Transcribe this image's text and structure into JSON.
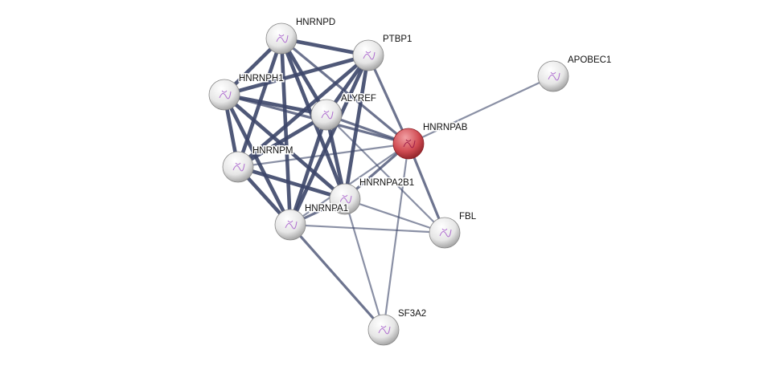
{
  "nodes": [
    {
      "id": "HNRNPD",
      "label": "HNRNPD",
      "highlight": false
    },
    {
      "id": "PTBP1",
      "label": "PTBP1",
      "highlight": false
    },
    {
      "id": "APOBEC1",
      "label": "APOBEC1",
      "highlight": false
    },
    {
      "id": "HNRNPH1",
      "label": "HNRNPH1",
      "highlight": false
    },
    {
      "id": "ALYREF",
      "label": "ALYREF",
      "highlight": false
    },
    {
      "id": "HNRNPAB",
      "label": "HNRNPAB",
      "highlight": true
    },
    {
      "id": "HNRNPM",
      "label": "HNRNPM",
      "highlight": false
    },
    {
      "id": "HNRNPA2B1",
      "label": "HNRNPA2B1",
      "highlight": false
    },
    {
      "id": "HNRNPA1",
      "label": "HNRNPA1",
      "highlight": false
    },
    {
      "id": "FBL",
      "label": "FBL",
      "highlight": false
    },
    {
      "id": "SF3A2",
      "label": "SF3A2",
      "highlight": false
    }
  ],
  "edges": [
    [
      "HNRNPD",
      "PTBP1",
      3
    ],
    [
      "HNRNPD",
      "HNRNPH1",
      3
    ],
    [
      "HNRNPD",
      "ALYREF",
      3
    ],
    [
      "HNRNPD",
      "HNRNPAB",
      2
    ],
    [
      "HNRNPD",
      "HNRNPM",
      3
    ],
    [
      "HNRNPD",
      "HNRNPA1",
      3
    ],
    [
      "HNRNPD",
      "HNRNPA2B1",
      3
    ],
    [
      "PTBP1",
      "HNRNPH1",
      3
    ],
    [
      "PTBP1",
      "ALYREF",
      3
    ],
    [
      "PTBP1",
      "HNRNPAB",
      2
    ],
    [
      "PTBP1",
      "HNRNPM",
      3
    ],
    [
      "PTBP1",
      "HNRNPA1",
      3
    ],
    [
      "PTBP1",
      "HNRNPA2B1",
      3
    ],
    [
      "HNRNPH1",
      "ALYREF",
      3
    ],
    [
      "HNRNPH1",
      "HNRNPAB",
      2
    ],
    [
      "HNRNPH1",
      "HNRNPM",
      3
    ],
    [
      "HNRNPH1",
      "HNRNPA1",
      3
    ],
    [
      "HNRNPH1",
      "HNRNPA2B1",
      3
    ],
    [
      "ALYREF",
      "HNRNPAB",
      2
    ],
    [
      "ALYREF",
      "HNRNPM",
      3
    ],
    [
      "ALYREF",
      "HNRNPA1",
      3
    ],
    [
      "ALYREF",
      "HNRNPA2B1",
      3
    ],
    [
      "ALYREF",
      "FBL",
      1
    ],
    [
      "HNRNPAB",
      "HNRNPM",
      1
    ],
    [
      "HNRNPAB",
      "HNRNPA2B1",
      2
    ],
    [
      "HNRNPAB",
      "HNRNPA1",
      1
    ],
    [
      "HNRNPAB",
      "FBL",
      2
    ],
    [
      "HNRNPAB",
      "SF3A2",
      1
    ],
    [
      "HNRNPAB",
      "APOBEC1",
      1
    ],
    [
      "HNRNPM",
      "HNRNPA2B1",
      3
    ],
    [
      "HNRNPM",
      "HNRNPA1",
      3
    ],
    [
      "HNRNPA2B1",
      "HNRNPA1",
      2
    ],
    [
      "HNRNPA2B1",
      "FBL",
      1
    ],
    [
      "HNRNPA2B1",
      "SF3A2",
      1
    ],
    [
      "HNRNPA1",
      "FBL",
      1
    ],
    [
      "HNRNPA1",
      "SF3A2",
      2
    ]
  ],
  "colors": {
    "edge": "#3c4669",
    "node": "#e8e8e8",
    "highlight": "#c9434a"
  }
}
